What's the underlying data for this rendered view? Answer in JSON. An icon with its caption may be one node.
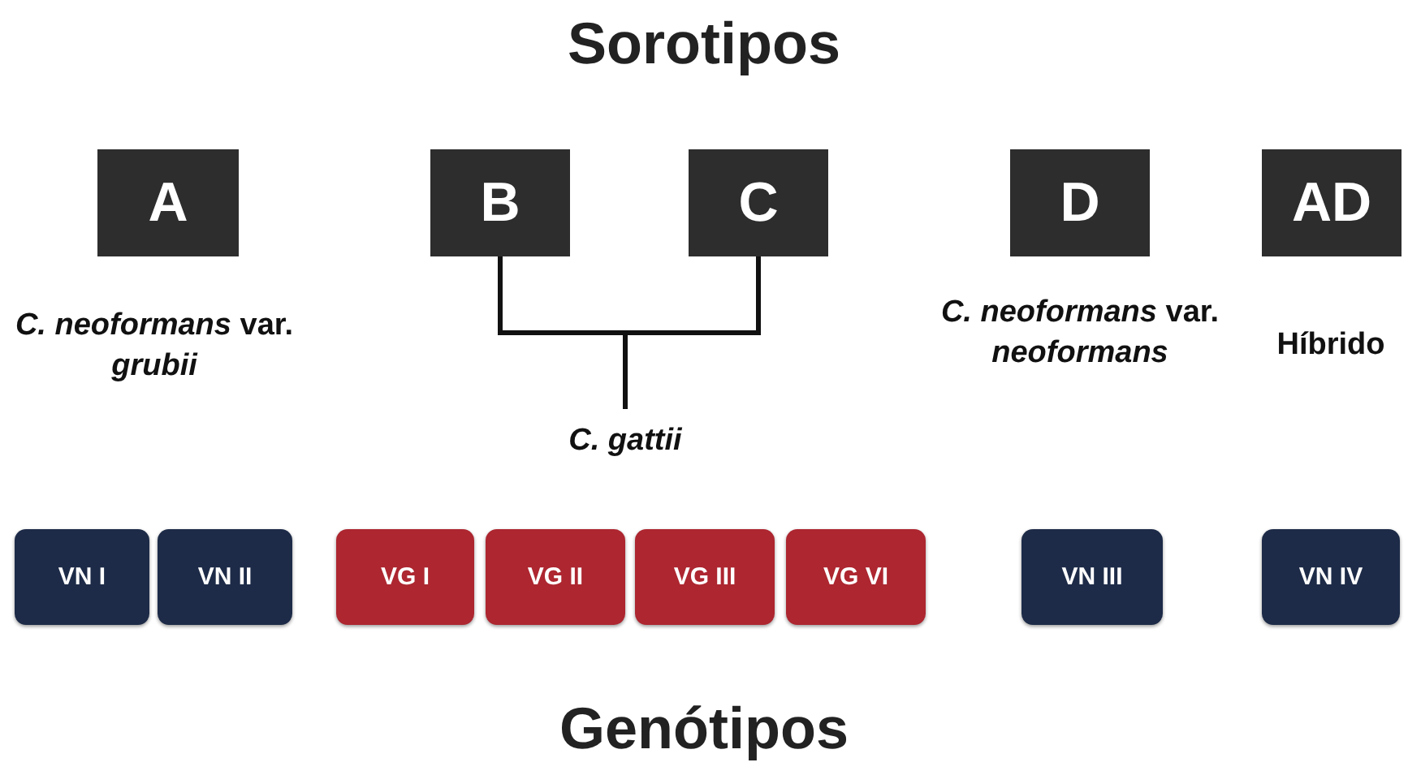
{
  "diagram": {
    "title": "Sorotipos",
    "nodes": [
      {
        "text": [
          "A"
        ],
        "beside": [
          "*C. neoformans* var. *grubii*"
        ]
      },
      {
        "text": [
          "B"
        ]
      },
      {
        "text": [
          "C"
        ]
      },
      {
        "text": [
          "D"
        ],
        "beside": [
          "*C. neoformans* var. *neoformans*"
        ]
      },
      {
        "text": [
          "AD"
        ],
        "beside": [
          "Híbrido"
        ]
      },
      {
        "text": [
          "C. gattii"
        ]
      },
      {
        "text": [
          "VN I"
        ]
      },
      {
        "text": [
          "VN II"
        ]
      },
      {
        "text": [
          "VG I"
        ]
      },
      {
        "text": [
          "VG II"
        ]
      },
      {
        "text": [
          "VG III"
        ]
      },
      {
        "text": [
          "VG VI"
        ]
      },
      {
        "text": [
          "VN III"
        ]
      },
      {
        "text": [
          "VN IV"
        ]
      }
    ],
    "edges": [
      {
        "from": 1,
        "to": 5,
        "arrow": "none"
      },
      {
        "from": 2,
        "to": 5,
        "arrow": "none"
      }
    ],
    "labels": [
      "Genótipos"
    ]
  }
}
